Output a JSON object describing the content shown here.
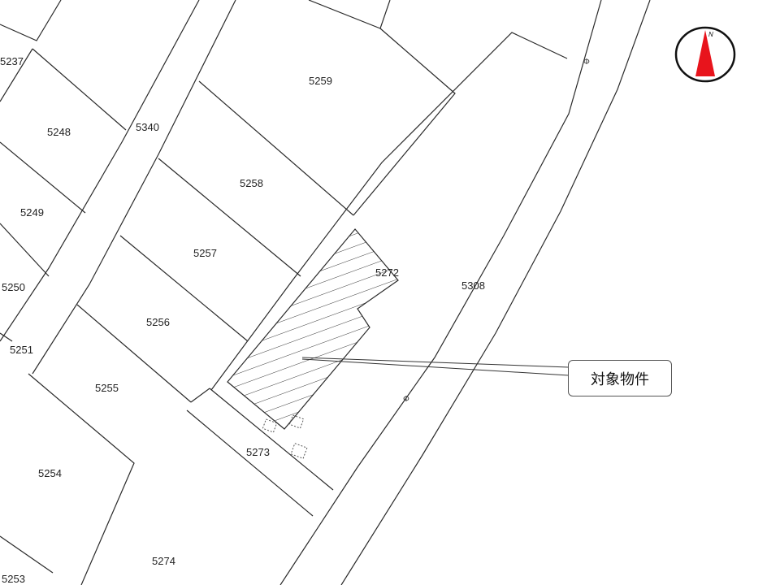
{
  "map": {
    "parcels": [
      {
        "id": "p5237",
        "label": "5237"
      },
      {
        "id": "p5248",
        "label": "5248"
      },
      {
        "id": "p5249",
        "label": "5249"
      },
      {
        "id": "p5250",
        "label": "5250"
      },
      {
        "id": "p5251",
        "label": "5251"
      },
      {
        "id": "p5253",
        "label": "5253"
      },
      {
        "id": "p5254",
        "label": "5254"
      },
      {
        "id": "p5255",
        "label": "5255"
      },
      {
        "id": "p5256",
        "label": "5256"
      },
      {
        "id": "p5257",
        "label": "5257"
      },
      {
        "id": "p5258",
        "label": "5258"
      },
      {
        "id": "p5259",
        "label": "5259"
      },
      {
        "id": "p5272",
        "label": "5272"
      },
      {
        "id": "p5273",
        "label": "5273"
      },
      {
        "id": "p5274",
        "label": "5274"
      },
      {
        "id": "p5308",
        "label": "5308"
      },
      {
        "id": "p5340",
        "label": "5340"
      }
    ],
    "road_marks": [
      "Φ",
      "Φ"
    ],
    "callout": {
      "label": "対象物件"
    },
    "compass": {
      "north_label": "N",
      "arrow_color": "#e8141c"
    }
  }
}
